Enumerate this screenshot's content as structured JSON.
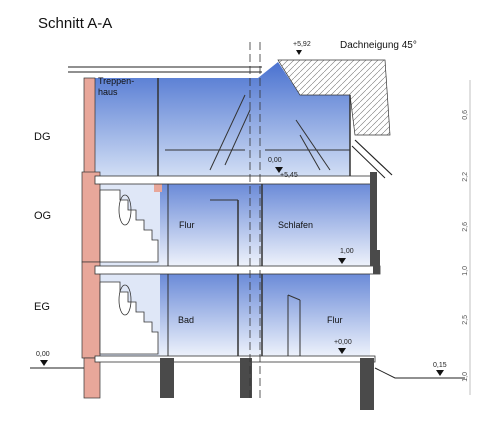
{
  "title": "Schnitt A-A",
  "roof_note": "Dachneigung 45°",
  "levels": [
    "DG",
    "OG",
    "EG"
  ],
  "stair_label": [
    "Treppen-",
    "haus"
  ],
  "rooms": {
    "og_left": "Flur",
    "og_right": "Schlafen",
    "eg_left": "Bad",
    "eg_right": "Flur"
  },
  "elevations": {
    "top": "+5,92",
    "dg_floor": "0,00",
    "dg_floor2": "+5,45",
    "og_floor": "1,00",
    "eg_floor": "+0,00",
    "ground_left": "0,00",
    "ground_right": "0,15"
  },
  "dimensions": [
    "0,6",
    "2,2",
    "2,6",
    "1,0",
    "2,5",
    "1,0"
  ],
  "colors": {
    "sky_top": "#3a63c8",
    "sky_bottom": "#ffffff",
    "wall_red": "#e8a79a",
    "structure": "#4a4a4a",
    "line": "#1a1a1a"
  }
}
